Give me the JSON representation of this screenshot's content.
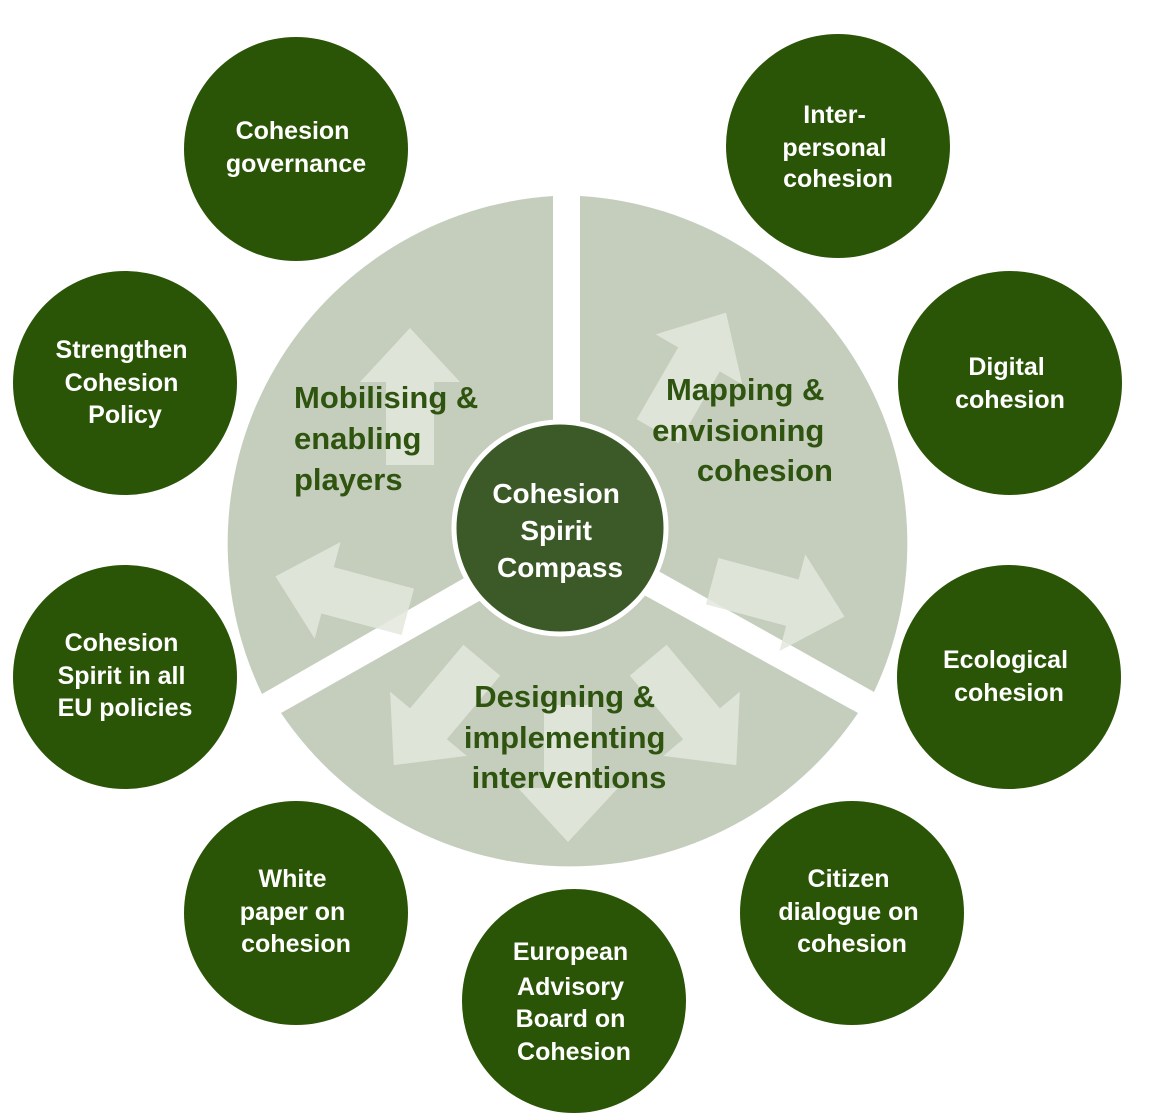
{
  "colors": {
    "outer_circle_fill": "#2b5506",
    "center_circle_fill": "#3c5a27",
    "center_circle_stroke": "#ffffff",
    "sector_fill": "#c5cebd",
    "sector_text": "#2f5410",
    "circle_text": "#ffffff"
  },
  "center": {
    "lines": [
      "Cohesion",
      "Spirit",
      "Compass"
    ]
  },
  "sectors": [
    {
      "id": "mobilising",
      "lines": [
        "Mobilising &",
        "enabling",
        "players"
      ]
    },
    {
      "id": "mapping",
      "lines": [
        "Mapping &",
        "envisioning",
        "cohesion"
      ]
    },
    {
      "id": "designing",
      "lines": [
        "Designing &",
        "implementing",
        "interventions"
      ]
    }
  ],
  "outer_circles": [
    {
      "id": "cohesion-governance",
      "lines": [
        "Cohesion",
        "governance"
      ]
    },
    {
      "id": "interpersonal-cohesion",
      "lines": [
        "Inter-",
        "personal",
        "cohesion"
      ]
    },
    {
      "id": "digital-cohesion",
      "lines": [
        "Digital",
        "cohesion"
      ]
    },
    {
      "id": "ecological-cohesion",
      "lines": [
        "Ecological",
        "cohesion"
      ]
    },
    {
      "id": "citizen-dialogue",
      "lines": [
        "Citizen",
        "dialogue on",
        "cohesion"
      ]
    },
    {
      "id": "advisory-board",
      "lines": [
        "European",
        "Advisory",
        "Board on",
        "Cohesion"
      ]
    },
    {
      "id": "white-paper",
      "lines": [
        "White",
        "paper on",
        "cohesion"
      ]
    },
    {
      "id": "spirit-in-eu-policies",
      "lines": [
        "Cohesion",
        "Spirit in all",
        "EU policies"
      ]
    },
    {
      "id": "strengthen-policy",
      "lines": [
        "Strengthen",
        "Cohesion",
        "Policy"
      ]
    }
  ]
}
